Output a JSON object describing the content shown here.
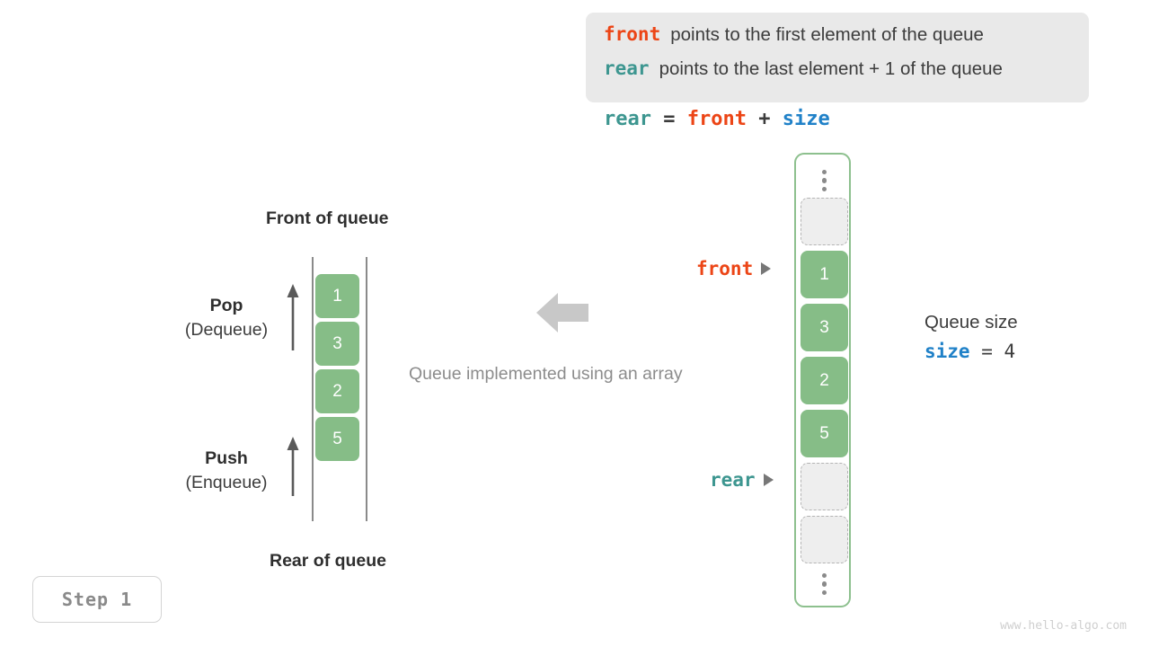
{
  "note": {
    "lines": [
      {
        "keyword": "front",
        "keyword_color": "#ec4516",
        "text": "points to the first element of the queue"
      },
      {
        "keyword": "rear",
        "keyword_color": "#3d9690",
        "text": "points to the last element + 1 of the queue"
      }
    ]
  },
  "formula": {
    "lhs": "rear",
    "eq": " = ",
    "rhs1": "front",
    "plus": " + ",
    "rhs2": "size"
  },
  "left_queue": {
    "front_label": "Front of queue",
    "rear_label": "Rear of queue",
    "cells": [
      "1",
      "3",
      "2",
      "5"
    ],
    "pop": {
      "name": "Pop",
      "sub": "(Dequeue)"
    },
    "push": {
      "name": "Push",
      "sub": "(Enqueue)"
    }
  },
  "middle": {
    "caption": "Queue implemented using an array",
    "arrow_direction": "left",
    "arrow_color": "#c8c8c8"
  },
  "array": {
    "top_ellipsis": "⋮",
    "bottom_ellipsis": "⋮",
    "slots": [
      {
        "type": "empty",
        "value": ""
      },
      {
        "type": "filled",
        "value": "1"
      },
      {
        "type": "filled",
        "value": "3"
      },
      {
        "type": "filled",
        "value": "2"
      },
      {
        "type": "filled",
        "value": "5"
      },
      {
        "type": "empty",
        "value": ""
      },
      {
        "type": "empty",
        "value": ""
      }
    ],
    "pointers": {
      "front": "front",
      "rear": "rear"
    }
  },
  "size_note": {
    "title": "Queue size",
    "name": "size",
    "eq": " = ",
    "value": "4"
  },
  "step_badge": "Step 1",
  "watermark": "www.hello-algo.com",
  "colors": {
    "accent_green": "#86bd87",
    "front_orange": "#ec4516",
    "rear_teal": "#3d9690",
    "size_blue": "#2081c8",
    "note_bg": "#e9e9e9",
    "gray_text": "#8c8c8c"
  }
}
